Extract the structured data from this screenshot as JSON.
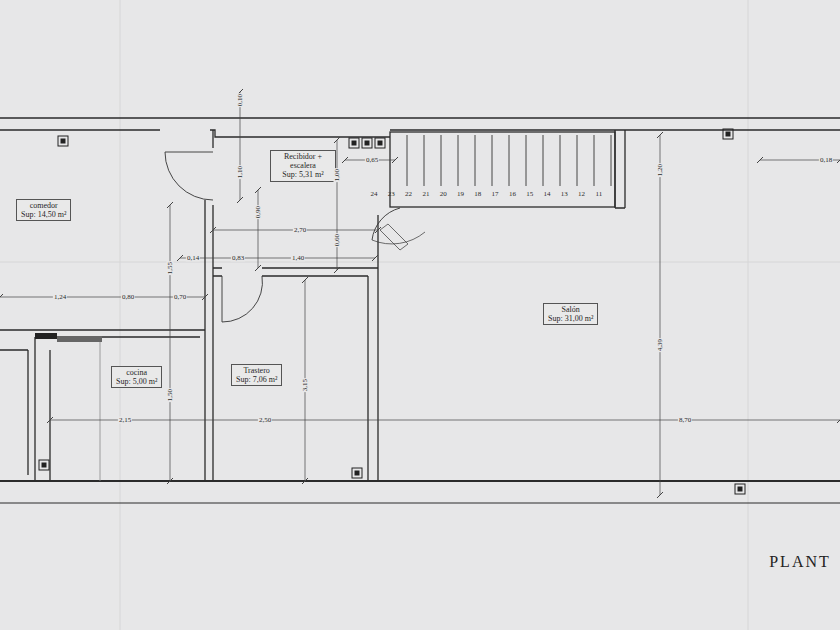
{
  "diagram": {
    "nodes": [
      {
        "text": [
          "comedor",
          "Sup: 14,50 m²"
        ]
      },
      {
        "text": [
          "Recibidor + escalera",
          "Sup: 5,31 m²"
        ]
      },
      {
        "text": [
          "cocina",
          "Sup: 5,00 m²"
        ]
      },
      {
        "text": [
          "Trastero",
          "Sup: 7,06 m²"
        ]
      },
      {
        "text": [
          "Salón",
          "Sup: 31,00 m²"
        ]
      }
    ],
    "labels": [
      "0,10",
      "1,10",
      "0,65",
      "1,00",
      "2,70",
      "0,60",
      "0,14",
      "0,83",
      "1,40",
      "1,24",
      "0,80",
      "0,70",
      "1,55",
      "3,15",
      "1,50",
      "2,15",
      "2,50",
      "8,70",
      "1,20",
      "4,39",
      "0,18",
      "0,90",
      "24",
      "23",
      "22",
      "21",
      "20",
      "19",
      "18",
      "17",
      "16",
      "15",
      "14",
      "13",
      "12",
      "11",
      "PLANT"
    ]
  }
}
